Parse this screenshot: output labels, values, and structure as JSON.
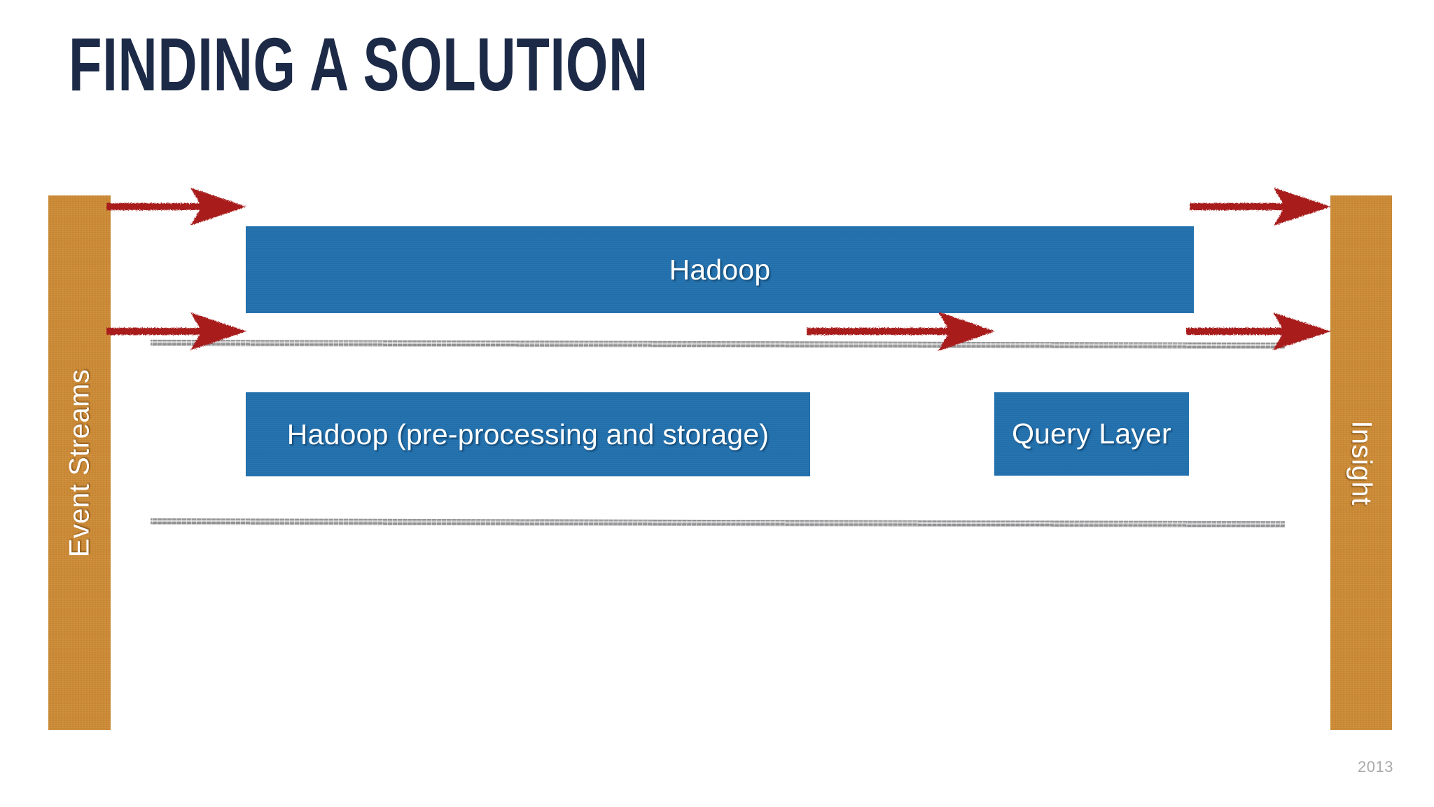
{
  "slide": {
    "title": "FINDING A SOLUTION",
    "footer_year": "2013",
    "background_color": "#FFFFFF",
    "title_color": "#1C2A47"
  },
  "palette": {
    "orange_bar": "#CD8A34",
    "blue_box": "#2271AE",
    "arrow_red": "#A81A1A",
    "divider_gray": "#8E8E90",
    "footer_gray": "#A9AAAC"
  },
  "endpoints": {
    "input": {
      "label": "Event Streams",
      "orientation": "vertical-bottom-to-top",
      "color": "#CD8A34"
    },
    "output": {
      "label": "Insight",
      "orientation": "vertical-top-to-bottom",
      "color": "#CD8A34"
    }
  },
  "rows": [
    {
      "name": "row-1",
      "boxes": [
        {
          "label": "Hadoop",
          "color": "#2271AE"
        }
      ]
    },
    {
      "name": "row-2",
      "boxes": [
        {
          "label": "Hadoop (pre-processing and storage)",
          "color": "#2271AE"
        },
        {
          "label": "Query Layer",
          "color": "#2271AE"
        }
      ]
    }
  ],
  "arrows": [
    {
      "name": "event-streams-to-hadoop",
      "from": "Event Streams",
      "to": "Hadoop",
      "color": "#A81A1A"
    },
    {
      "name": "hadoop-to-insight",
      "from": "Hadoop",
      "to": "Insight",
      "color": "#A81A1A"
    },
    {
      "name": "event-streams-to-hadoop-pre",
      "from": "Event Streams",
      "to": "Hadoop (pre-processing and storage)",
      "color": "#A81A1A"
    },
    {
      "name": "hadoop-pre-to-query-layer",
      "from": "Hadoop (pre-processing and storage)",
      "to": "Query Layer",
      "color": "#A81A1A"
    },
    {
      "name": "query-layer-to-insight",
      "from": "Query Layer",
      "to": "Insight",
      "color": "#A81A1A"
    }
  ],
  "dividers": [
    {
      "name": "divider-1",
      "color": "#8E8E90"
    },
    {
      "name": "divider-2",
      "color": "#8E8E90"
    }
  ]
}
